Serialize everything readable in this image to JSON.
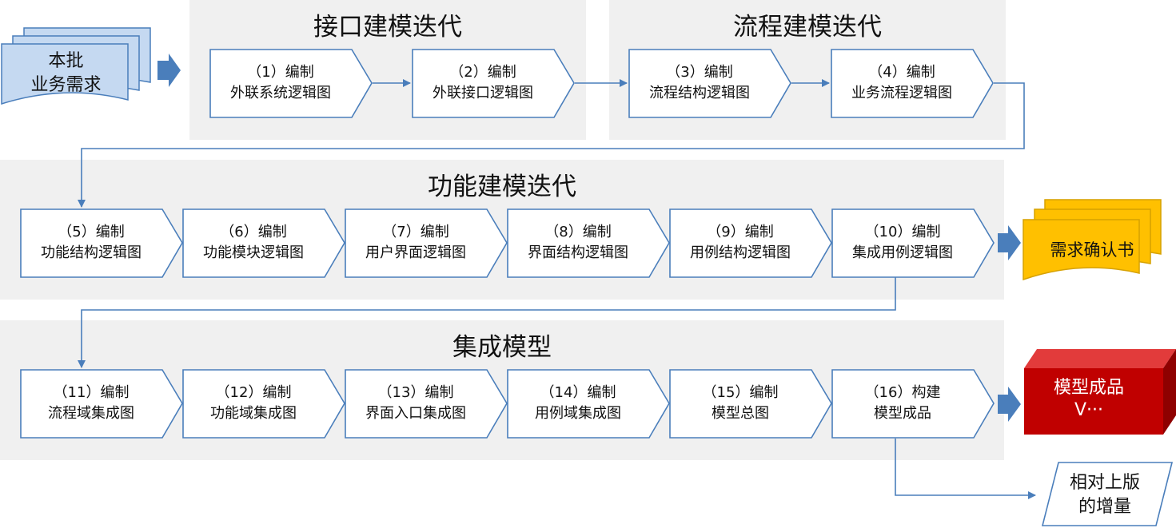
{
  "colors": {
    "step_border": "#4a7ebb",
    "panel_bg": "#f0f0f0",
    "arrow": "#4a7ebb",
    "input_doc": "#c5d9f1",
    "confirm_doc": "#ffc000",
    "product_box": "#c00000"
  },
  "panels": [
    {
      "title": "接口建模迭代"
    },
    {
      "title": "流程建模迭代"
    },
    {
      "title": "功能建模迭代"
    },
    {
      "title": "集成模型"
    }
  ],
  "input_doc": {
    "line1": "本批",
    "line2": "业务需求"
  },
  "steps": [
    {
      "num": "（1）编制",
      "label": "外联系统逻辑图"
    },
    {
      "num": "（2）编制",
      "label": "外联接口逻辑图"
    },
    {
      "num": "（3）编制",
      "label": "流程结构逻辑图"
    },
    {
      "num": "（4）编制",
      "label": "业务流程逻辑图"
    },
    {
      "num": "（5）编制",
      "label": "功能结构逻辑图"
    },
    {
      "num": "（6）编制",
      "label": "功能模块逻辑图"
    },
    {
      "num": "（7）编制",
      "label": "用户界面逻辑图"
    },
    {
      "num": "（8）编制",
      "label": "界面结构逻辑图"
    },
    {
      "num": "（9）编制",
      "label": "用例结构逻辑图"
    },
    {
      "num": "（10）编制",
      "label": "集成用例逻辑图"
    },
    {
      "num": "（11）编制",
      "label": "流程域集成图"
    },
    {
      "num": "（12）编制",
      "label": "功能域集成图"
    },
    {
      "num": "（13）编制",
      "label": "界面入口集成图"
    },
    {
      "num": "（14）编制",
      "label": "用例域集成图"
    },
    {
      "num": "（15）编制",
      "label": "模型总图"
    },
    {
      "num": "（16）构建",
      "label": "模型成品"
    }
  ],
  "confirm_doc": {
    "label": "需求确认书"
  },
  "product": {
    "line1": "模型成品",
    "line2": "V···"
  },
  "delta": {
    "line1": "相对上版",
    "line2": "的增量"
  }
}
